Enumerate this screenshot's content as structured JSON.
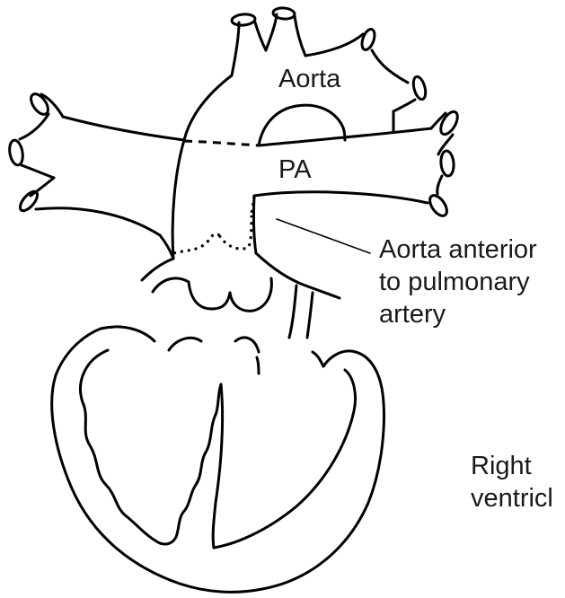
{
  "labels": {
    "aorta": "Aorta",
    "pa": "PA",
    "anterior_line1": "Aorta anterior",
    "anterior_line2": "to pulmonary",
    "anterior_line3": "artery",
    "right_line1": "Right",
    "right_line2": "ventricl"
  }
}
